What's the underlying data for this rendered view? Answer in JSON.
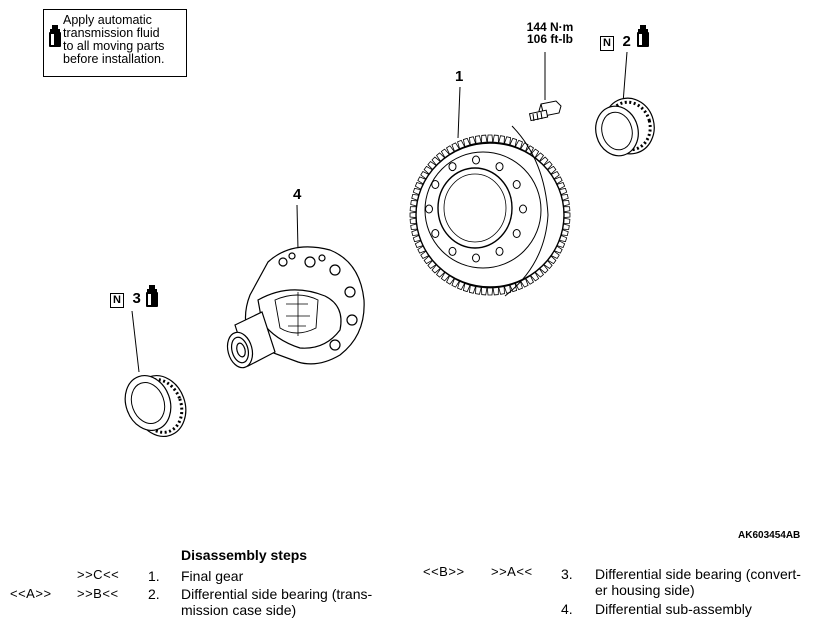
{
  "note": {
    "text": "Apply automatic\ntransmission fluid\nto all moving parts\nbefore installation.",
    "icon": "fluid-bottle-icon"
  },
  "torque": {
    "nm": "144 N·m",
    "ftlb": "106 ft-lb"
  },
  "callouts": {
    "c1": "1",
    "c2": "2",
    "c3": "3",
    "c4": "4"
  },
  "badges": {
    "n2": "N",
    "n3": "N"
  },
  "figure_id": "AK603454AB",
  "disassembly": {
    "title": "Disassembly steps",
    "left": [
      {
        "ref_a": "",
        "ref_b": ">>C<<",
        "num": "1.",
        "name": "Final gear"
      },
      {
        "ref_a": "<<A>>",
        "ref_b": ">>B<<",
        "num": "2.",
        "name": "Differential side bearing (trans-\nmission case side)"
      }
    ],
    "right": [
      {
        "ref_a": "<<B>>",
        "ref_b": ">>A<<",
        "num": "3.",
        "name": "Differential side bearing (convert-\ner housing side)"
      },
      {
        "ref_a": "",
        "ref_b": "",
        "num": "4.",
        "name": "Differential sub-assembly"
      }
    ]
  }
}
